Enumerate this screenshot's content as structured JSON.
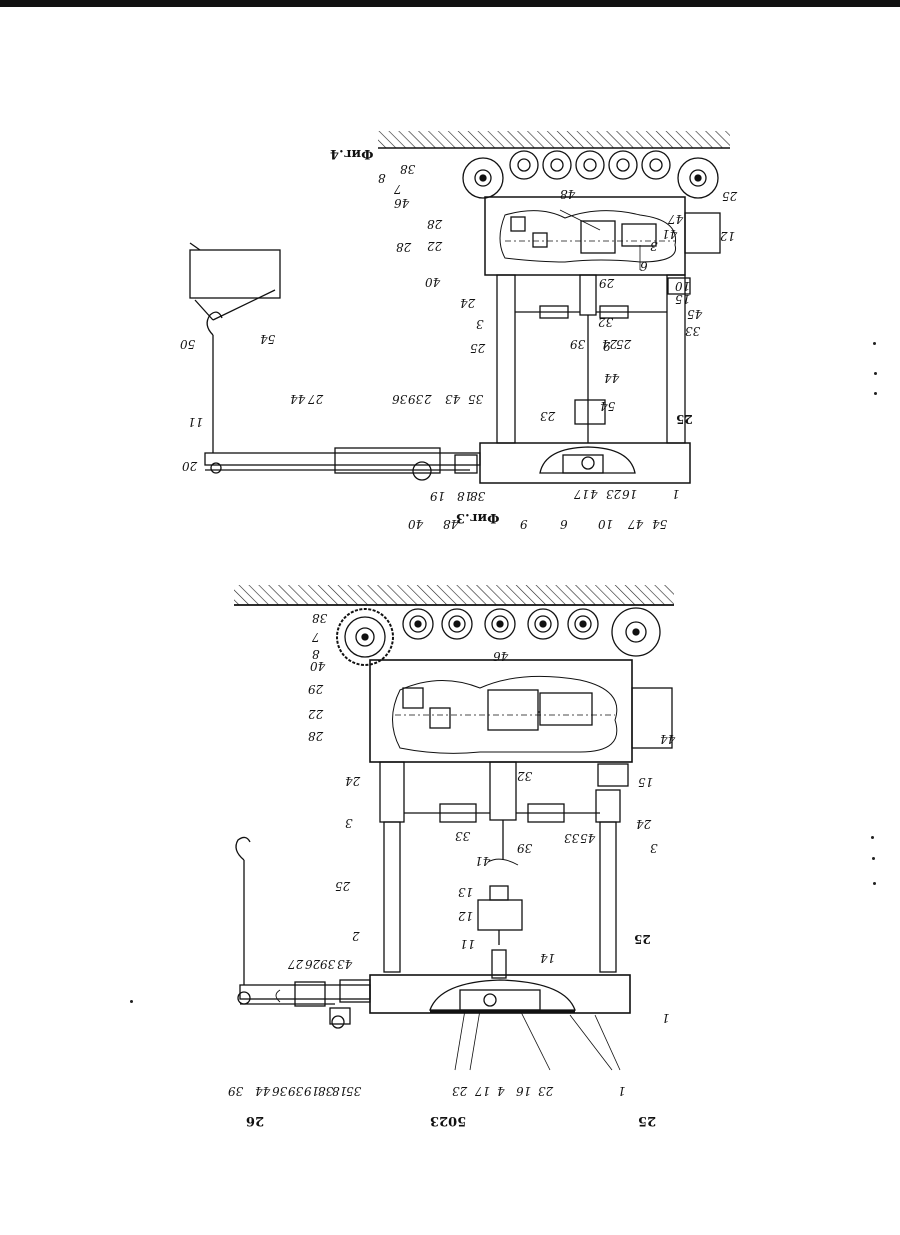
{
  "header": {
    "page_left": "25",
    "page_center": "5023",
    "page_right": "26"
  },
  "figure_captions": {
    "fig3": "Фиг.3",
    "fig4": "Фиг.4"
  },
  "fig3_labels": [
    "1",
    "1",
    "25",
    "23",
    "16",
    "4",
    "17",
    "23",
    "35",
    "18",
    "38",
    "19",
    "39",
    "36",
    "44",
    "39",
    "43",
    "39",
    "26",
    "27",
    "2",
    "25",
    "3",
    "24",
    "15",
    "24",
    "3",
    "11",
    "12",
    "13",
    "14",
    "41",
    "33",
    "39",
    "45",
    "33",
    "32",
    "44",
    "28",
    "22",
    "29",
    "40",
    "46",
    "8",
    "7",
    "38",
    "48",
    "40",
    "9",
    "6",
    "10",
    "47",
    "54",
    "25"
  ],
  "fig4_labels": [
    "1",
    "16",
    "23",
    "4",
    "17",
    "23",
    "38",
    "18",
    "19",
    "36",
    "39",
    "2",
    "43",
    "35",
    "27",
    "44",
    "20",
    "11",
    "50",
    "54",
    "28",
    "25",
    "3",
    "24",
    "40",
    "22",
    "28",
    "29",
    "32",
    "9",
    "6",
    "10",
    "15",
    "45",
    "33",
    "39",
    "25",
    "24",
    "3",
    "41",
    "12",
    "44",
    "54",
    "8",
    "7",
    "38",
    "46",
    "48",
    "47",
    "25"
  ]
}
